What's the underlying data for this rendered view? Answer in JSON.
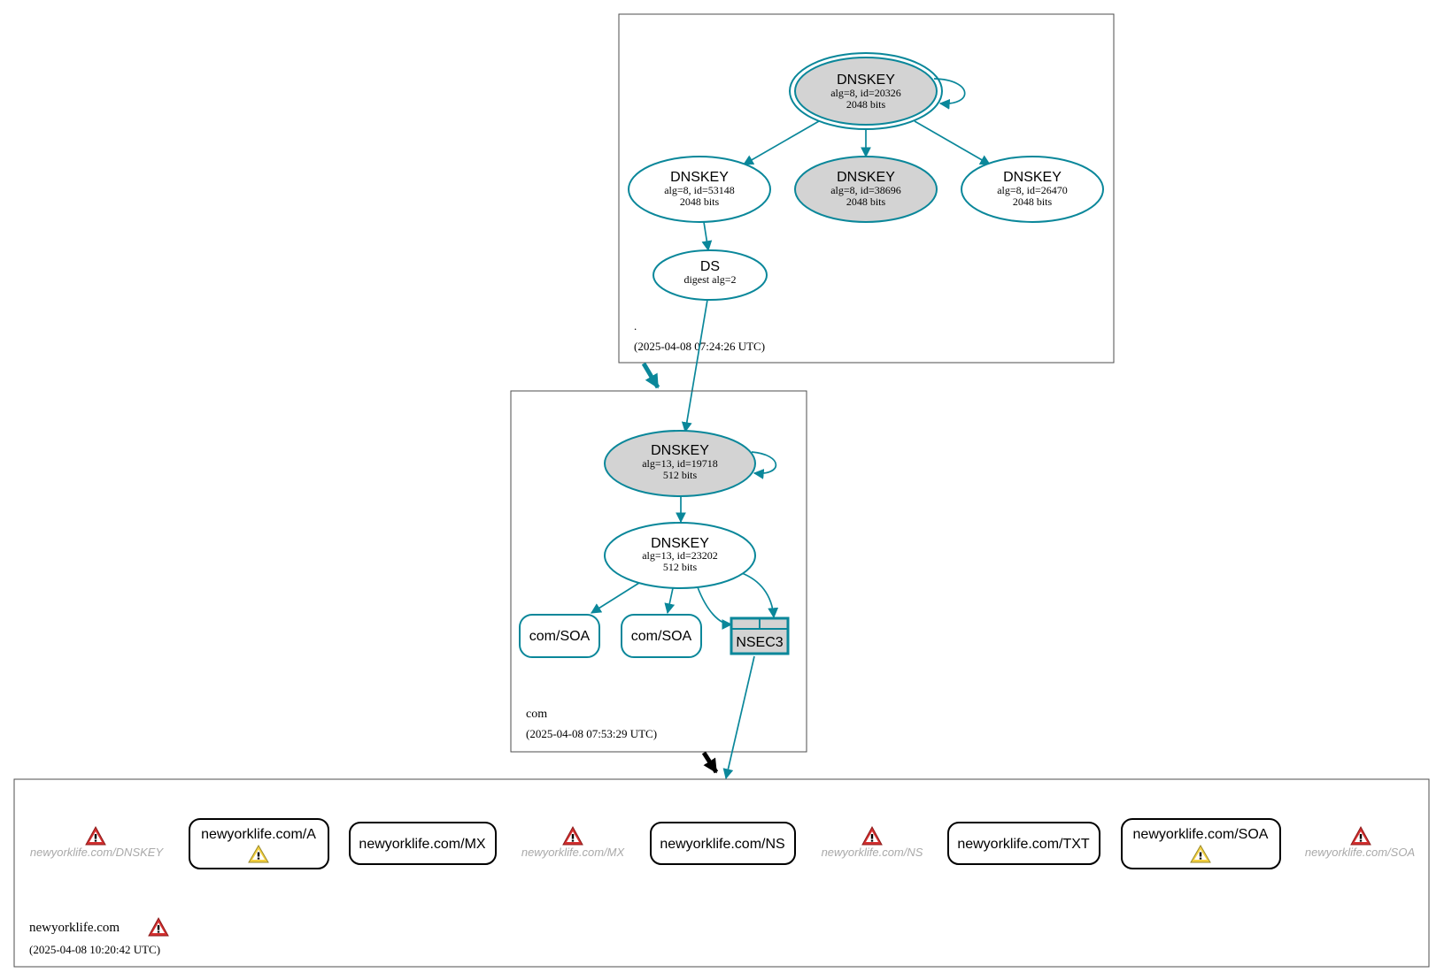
{
  "zones": {
    "root": {
      "name": ".",
      "time": "(2025-04-08 07:24:26 UTC)"
    },
    "com": {
      "name": "com",
      "time": "(2025-04-08 07:53:29 UTC)"
    },
    "nyl": {
      "name": "newyorklife.com",
      "time": "(2025-04-08 10:20:42 UTC)"
    }
  },
  "root_nodes": {
    "ksk": {
      "title": "DNSKEY",
      "line1": "alg=8, id=20326",
      "line2": "2048 bits"
    },
    "k53148": {
      "title": "DNSKEY",
      "line1": "alg=8, id=53148",
      "line2": "2048 bits"
    },
    "k38696": {
      "title": "DNSKEY",
      "line1": "alg=8, id=38696",
      "line2": "2048 bits"
    },
    "k26470": {
      "title": "DNSKEY",
      "line1": "alg=8, id=26470",
      "line2": "2048 bits"
    },
    "ds": {
      "title": "DS",
      "line1": "digest alg=2"
    }
  },
  "com_nodes": {
    "ksk": {
      "title": "DNSKEY",
      "line1": "alg=13, id=19718",
      "line2": "512 bits"
    },
    "zsk": {
      "title": "DNSKEY",
      "line1": "alg=13, id=23202",
      "line2": "512 bits"
    },
    "soa1": "com/SOA",
    "soa2": "com/SOA",
    "nsec3": "NSEC3"
  },
  "nyl_records": {
    "dnskey_ghost": "newyorklife.com/DNSKEY",
    "a": "newyorklife.com/A",
    "mx": "newyorklife.com/MX",
    "mx_ghost": "newyorklife.com/MX",
    "ns": "newyorklife.com/NS",
    "ns_ghost": "newyorklife.com/NS",
    "txt": "newyorklife.com/TXT",
    "soa": "newyorklife.com/SOA",
    "soa_ghost": "newyorklife.com/SOA"
  },
  "colors": {
    "edge": "#0a879a",
    "secure_entry_fill": "#d3d3d3",
    "error": "#d32f2f",
    "warning": "#f4d03f",
    "ghost_text": "#a9a9a9"
  },
  "icons": {
    "error": "error-triangle-icon",
    "warning": "warning-triangle-icon"
  }
}
